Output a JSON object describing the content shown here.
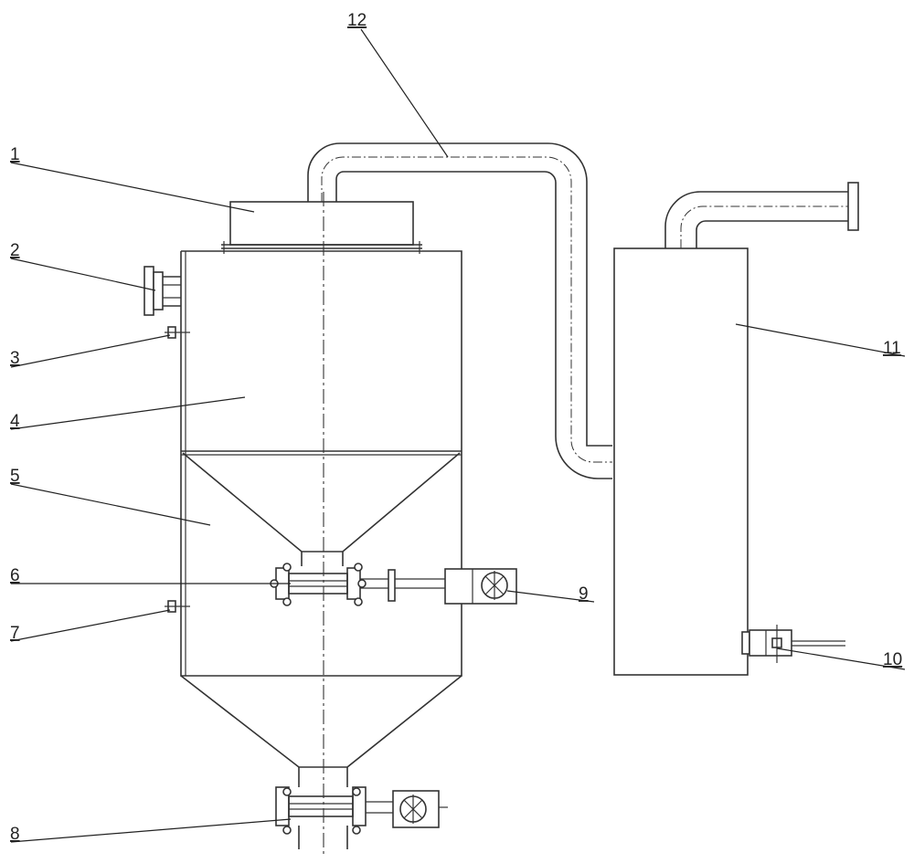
{
  "labels": [
    {
      "id": "1",
      "text": "1"
    },
    {
      "id": "2",
      "text": "2"
    },
    {
      "id": "3",
      "text": "3"
    },
    {
      "id": "4",
      "text": "4"
    },
    {
      "id": "5",
      "text": "5"
    },
    {
      "id": "6",
      "text": "6"
    },
    {
      "id": "7",
      "text": "7"
    },
    {
      "id": "8",
      "text": "8"
    },
    {
      "id": "9",
      "text": "9"
    },
    {
      "id": "10",
      "text": "10"
    },
    {
      "id": "11",
      "text": "11"
    },
    {
      "id": "12",
      "text": "12"
    }
  ]
}
